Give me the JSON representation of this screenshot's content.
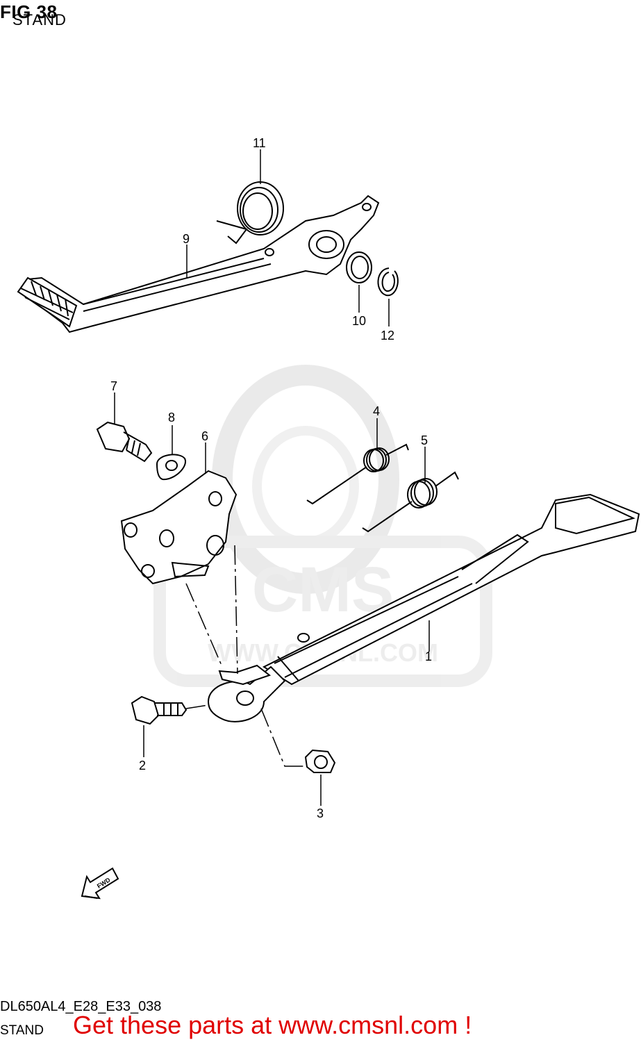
{
  "header": {
    "fig": "FIG 38",
    "subtitle": "STAND"
  },
  "watermark": {
    "brand": "CMS",
    "url": "WWW.CMSNL.COM",
    "color": "#e6e6e6"
  },
  "callouts": [
    "1",
    "2",
    "3",
    "4",
    "5",
    "6",
    "7",
    "8",
    "9",
    "10",
    "11",
    "12"
  ],
  "direction": {
    "label": "FWD",
    "icon": "forward-arrow-icon"
  },
  "footer": {
    "code": "DL650AL4_E28_E33_038",
    "label": "STAND",
    "promo": "Get these parts at www.cmsnl.com !",
    "promo_color": "#e00000"
  }
}
